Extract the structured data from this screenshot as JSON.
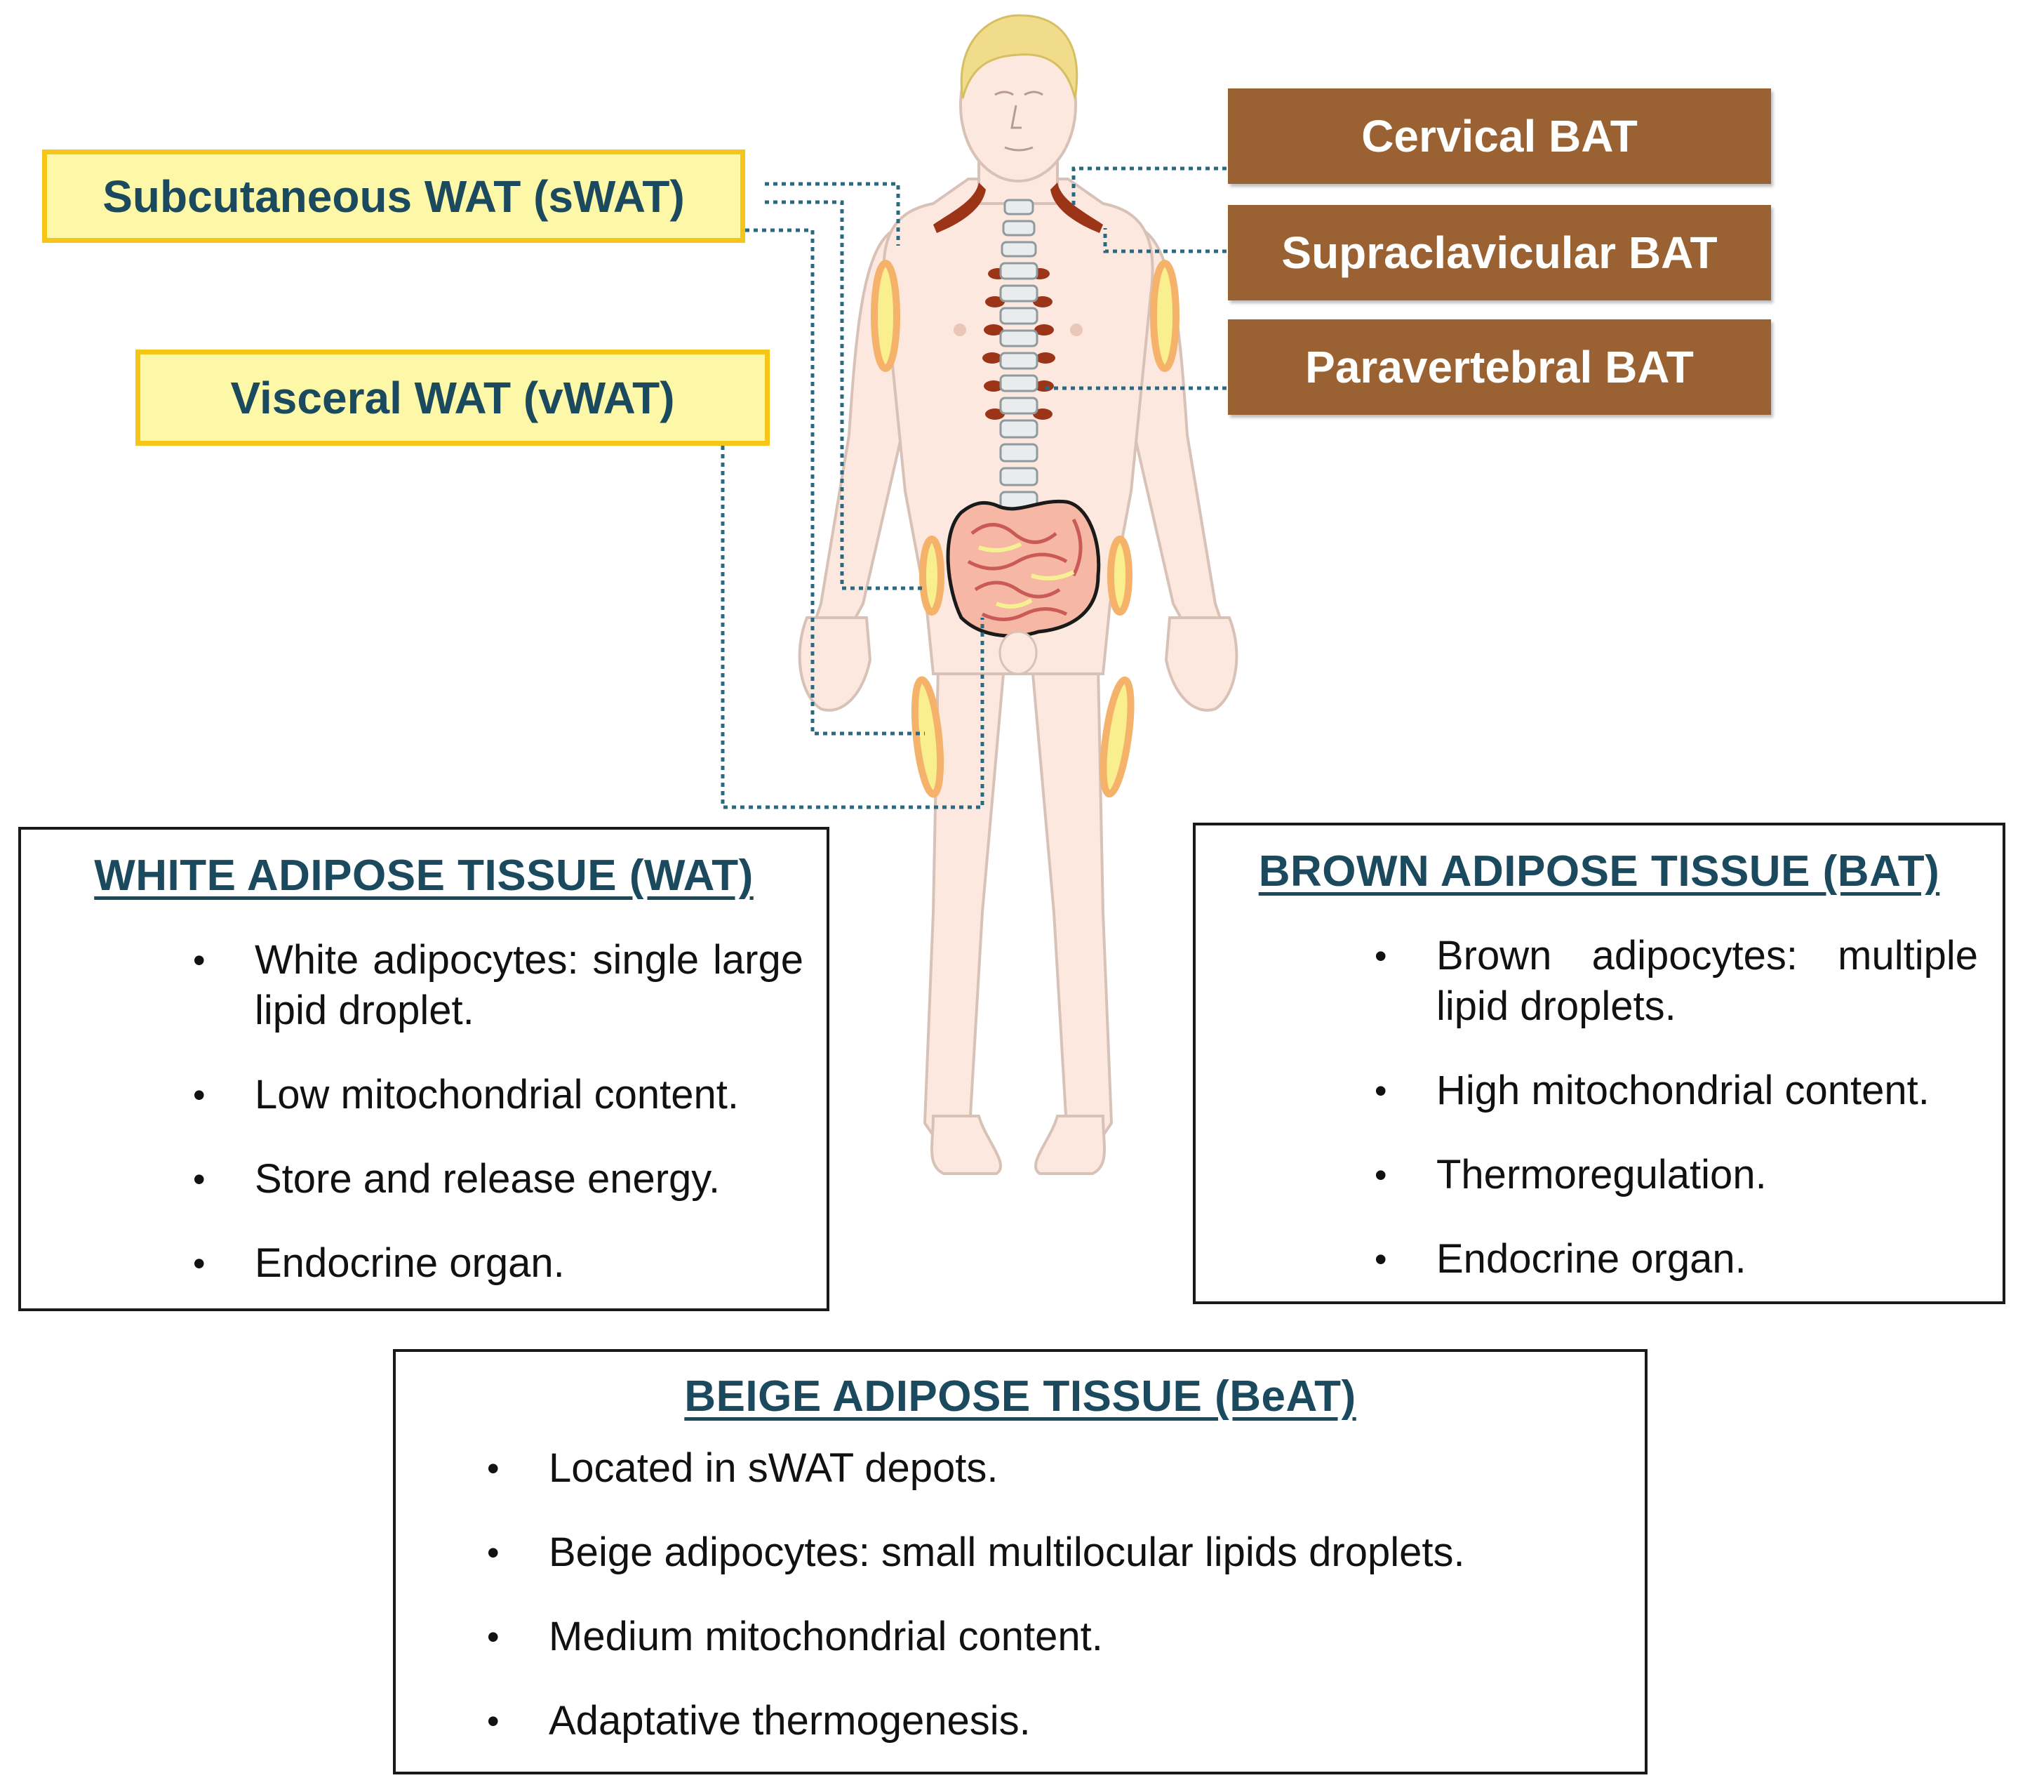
{
  "labels": {
    "swat": "Subcutaneous WAT (sWAT)",
    "vwat": "Visceral WAT (vWAT)",
    "cervical": "Cervical BAT",
    "supraclavicular": "Supraclavicular BAT",
    "paravertebral": "Paravertebral BAT"
  },
  "wat_box": {
    "title": "WHITE ADIPOSE TISSUE (WAT)",
    "items": [
      "White adipocytes: single large lipid droplet.",
      "Low mitochondrial content.",
      "Store and release energy.",
      "Endocrine organ."
    ]
  },
  "bat_box": {
    "title": "BROWN ADIPOSE TISSUE (BAT)",
    "items": [
      "Brown adipocytes: multiple lipid droplets.",
      "High mitochondrial content.",
      "Thermoregulation.",
      "Endocrine organ."
    ]
  },
  "beat_box": {
    "title": "BEIGE ADIPOSE TISSUE (BeAT)",
    "items": [
      "Located in sWAT depots.",
      "Beige adipocytes: small multilocular lipids droplets.",
      "Medium mitochondrial content.",
      "Adaptative thermogenesis."
    ]
  },
  "bullet_glyph": "•",
  "colors": {
    "wat_fill": "#fdf7a8",
    "wat_border": "#f5c518",
    "bat_fill": "#9a6232",
    "title_text": "#1b4a5e",
    "skin": "#fde8df",
    "connector": "#2a6a80"
  }
}
